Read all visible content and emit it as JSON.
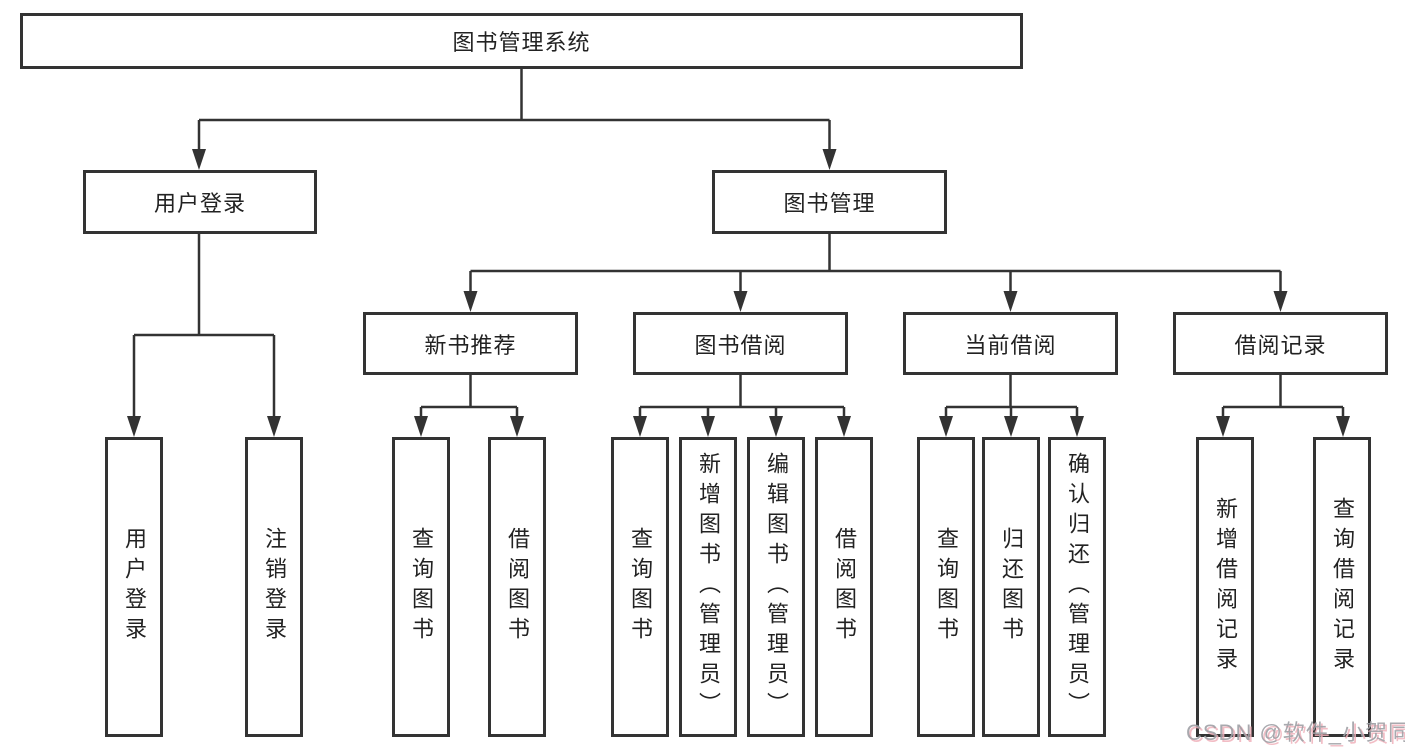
{
  "tree": {
    "label": "图书管理系统",
    "children": [
      {
        "label": "用户登录",
        "children": [
          {
            "label": "用户登录"
          },
          {
            "label": "注销登录"
          }
        ]
      },
      {
        "label": "图书管理",
        "children": [
          {
            "label": "新书推荐",
            "children": [
              {
                "label": "查询图书"
              },
              {
                "label": "借阅图书"
              }
            ]
          },
          {
            "label": "图书借阅",
            "children": [
              {
                "label": "查询图书"
              },
              {
                "label": "新增图书（管理员）"
              },
              {
                "label": "编辑图书（管理员）"
              },
              {
                "label": "借阅图书"
              }
            ]
          },
          {
            "label": "当前借阅",
            "children": [
              {
                "label": "查询图书"
              },
              {
                "label": "归还图书"
              },
              {
                "label": "确认归还（管理员）"
              }
            ]
          },
          {
            "label": "借阅记录",
            "children": [
              {
                "label": "新增借阅记录"
              },
              {
                "label": "查询借阅记录"
              }
            ]
          }
        ]
      }
    ]
  },
  "watermark": {
    "text": "CSDN @软件_小贺同学"
  },
  "colors": {
    "line": "#333333",
    "box_border": "#333333",
    "text": "#222222",
    "background": "#ffffff",
    "watermark_gray": "#9ea0a5",
    "watermark_pink": "#f0b2bb"
  }
}
